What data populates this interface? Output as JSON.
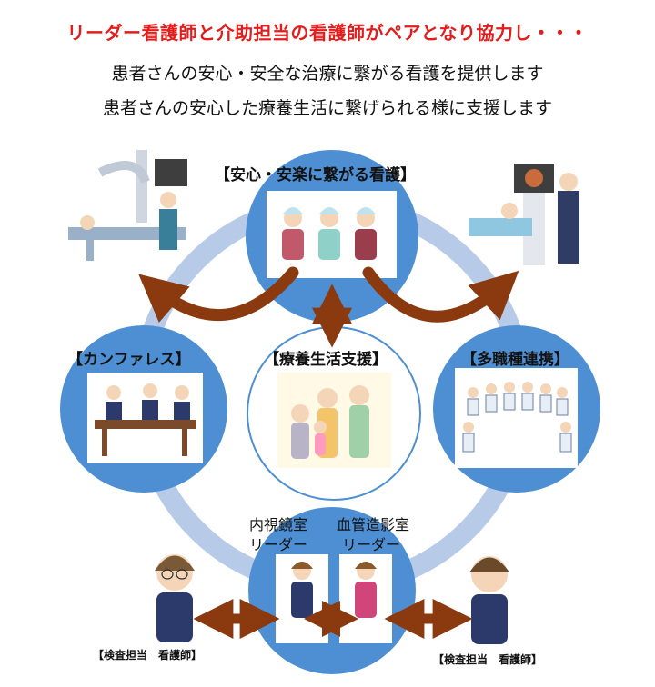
{
  "header": {
    "title": "リーダー看護師と介助担当の看護師がペアとなり協力し・・・",
    "line1": "患者さんの安心・安全な治療に繋がる看護を提供します",
    "line2": "患者さんの安心した療養生活に繋げられる様に支援します"
  },
  "nodes": {
    "top": "【安心・安楽に繋がる看護】",
    "left": "【カンファレス】",
    "center": "【療養生活支援】",
    "right": "【多職種連携】"
  },
  "leaders": {
    "endoscopy_line1": "内視鏡室",
    "endoscopy_line2": "リーダー",
    "angio_line1": "血管造影室",
    "angio_line2": "リーダー"
  },
  "exam_nurse_left": "【検査担当　看護師】",
  "exam_nurse_right": "【検査担当　看護師】",
  "colors": {
    "title_red": "#e41c1c",
    "node_blue": "#4d8fd2",
    "ring_light": "#b7cbe8",
    "arrow_brown": "#8b3a10"
  }
}
